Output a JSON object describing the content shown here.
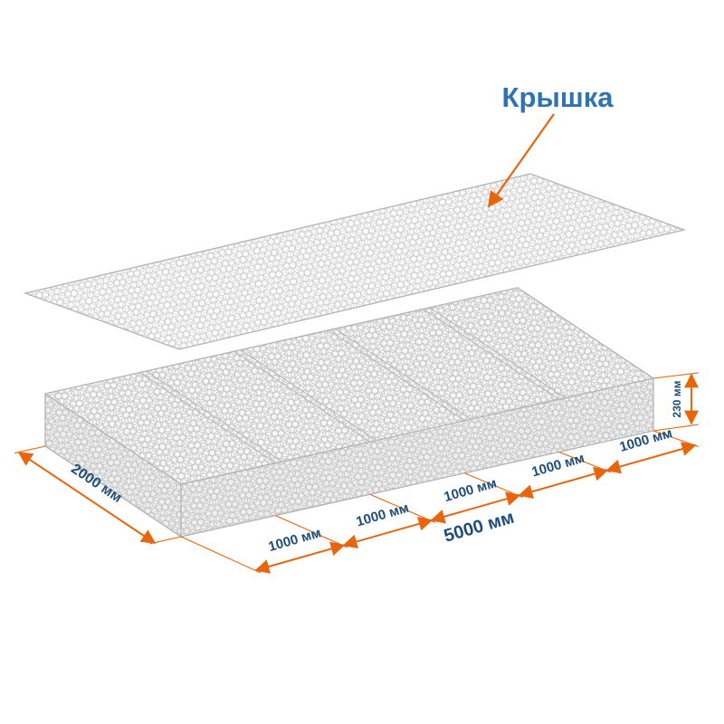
{
  "colors": {
    "accent": "#E8650D",
    "callout_text": "#2E74B5",
    "dimension_text": "#1F4E79",
    "mesh_wire": "#C6C6C6"
  },
  "callout": {
    "lid_label": "Крышка"
  },
  "dimensions": {
    "width_label": "2000 мм",
    "total_length_label": "5000 мм",
    "segment_labels": [
      "1000 мм",
      "1000 мм",
      "1000 мм",
      "1000 мм",
      "1000 мм"
    ],
    "height_label": "230 мм"
  }
}
